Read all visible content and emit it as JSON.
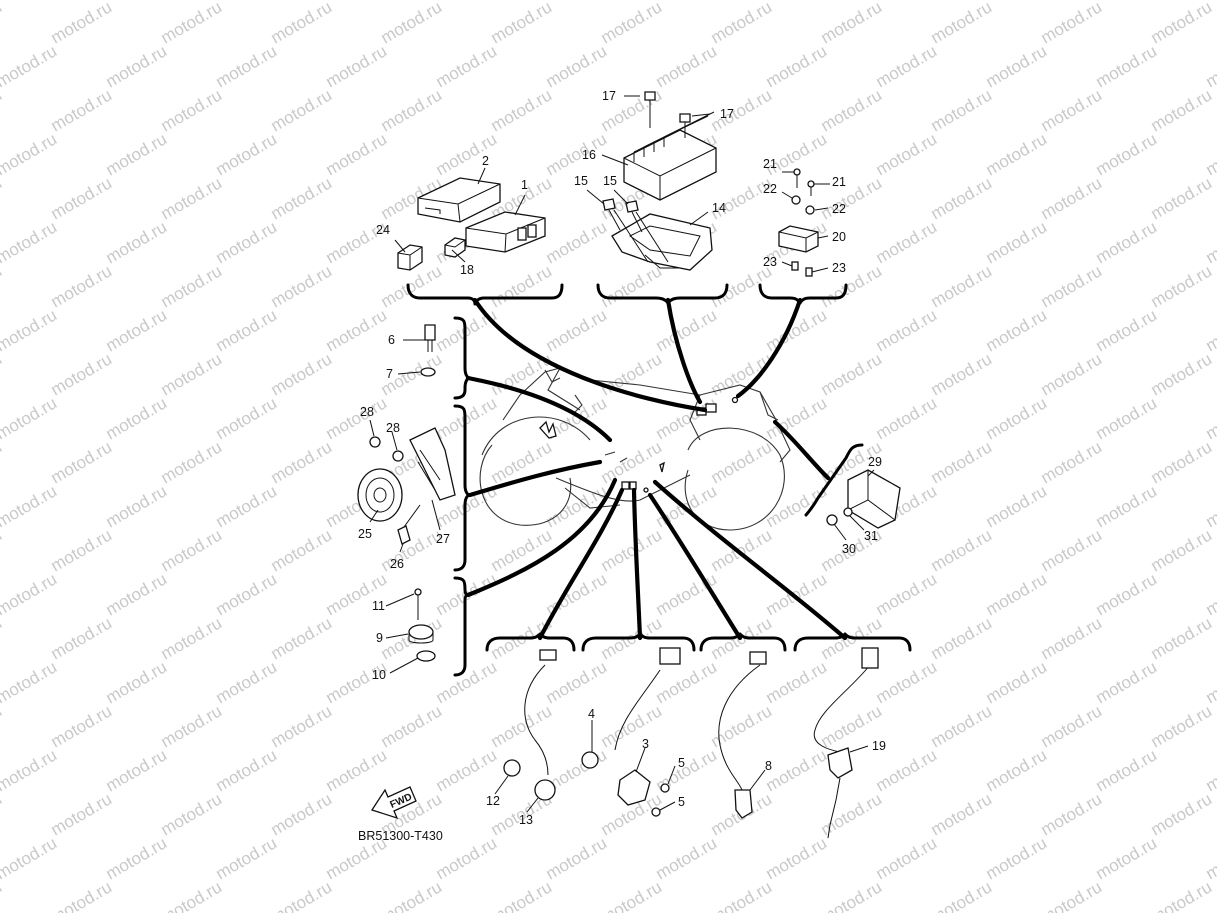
{
  "watermark": {
    "text": "motod.ru"
  },
  "drawing_code": "BR51300-T430",
  "fwd_label": "FWD",
  "callouts": [
    "1",
    "2",
    "3",
    "4",
    "5",
    "5",
    "6",
    "7",
    "8",
    "9",
    "10",
    "11",
    "12",
    "13",
    "14",
    "15",
    "15",
    "16",
    "17",
    "17",
    "18",
    "19",
    "20",
    "21",
    "21",
    "22",
    "22",
    "23",
    "23",
    "24",
    "25",
    "26",
    "27",
    "28",
    "28",
    "29",
    "30",
    "31"
  ]
}
